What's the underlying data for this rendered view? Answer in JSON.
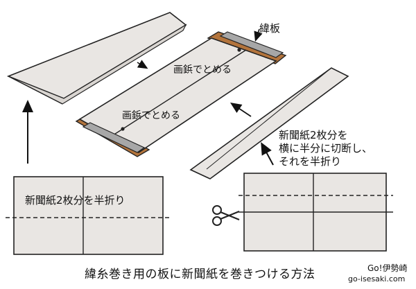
{
  "labels": {
    "weft_board": "緯板",
    "staple_upper": "画鋲でとめる",
    "staple_lower": "画鋲でとめる",
    "fold_two": "新聞紙2枚分を半折り",
    "cut_note_1": "新聞紙2枚分を",
    "cut_note_2": "横に半分に切断し、",
    "cut_note_3": "それを半折り"
  },
  "caption": "緯糸巻き用の板に新聞紙を巻きつける方法",
  "credit": {
    "name": "Go!伊勢崎",
    "url": "go-isesaki.com"
  },
  "colors": {
    "paper": "#e9e6e3",
    "board": "#b3743c",
    "board_dark": "#7a4a22",
    "metal": "#a7a7a7",
    "line": "#222222"
  }
}
